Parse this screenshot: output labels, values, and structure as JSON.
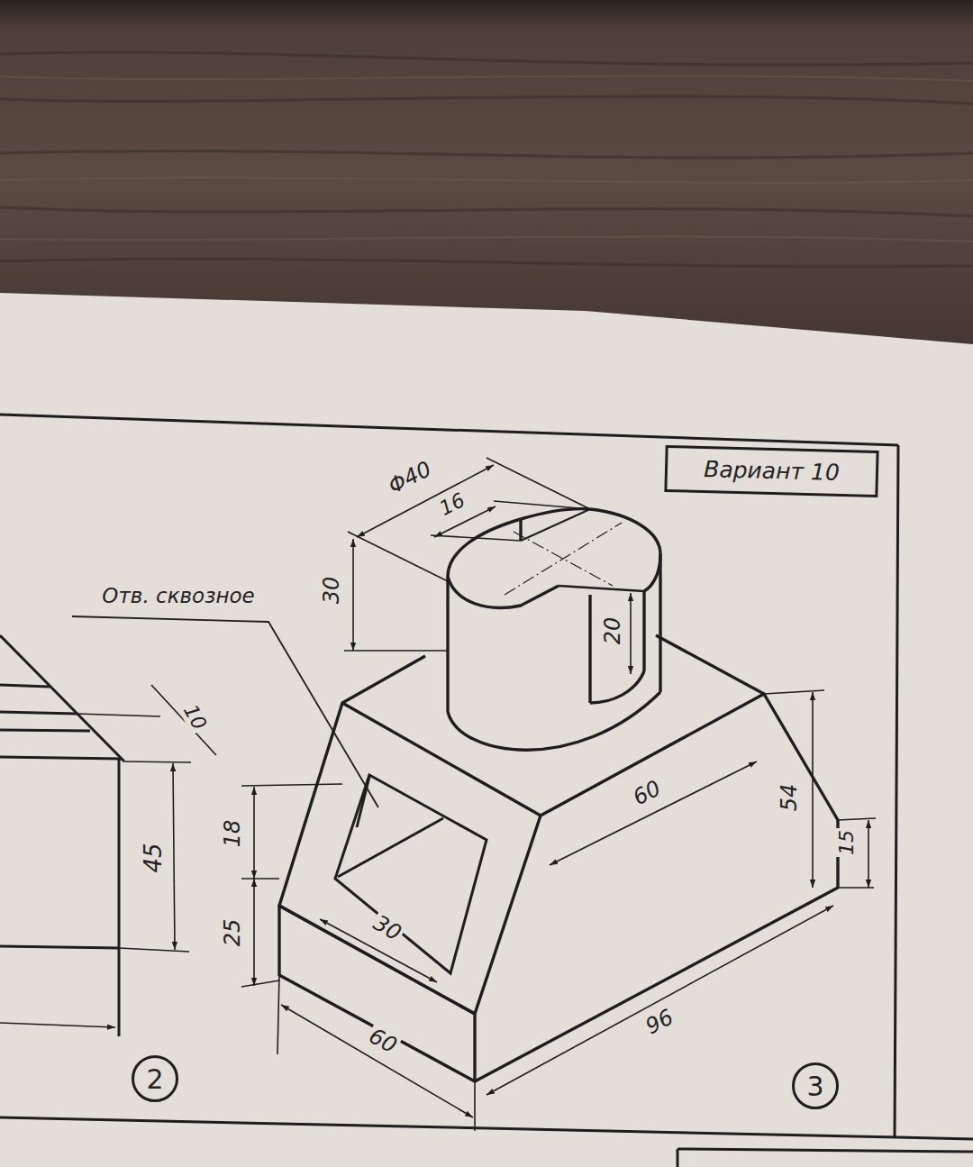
{
  "diagram": {
    "nodes": [
      {
        "text": [
          "Вариант 10"
        ]
      },
      {
        "text": [
          "2"
        ]
      },
      {
        "text": [
          "3"
        ]
      }
    ],
    "edges": [],
    "labels": [
      "Φ40",
      "16",
      "30",
      "20",
      "Отв. сквозное",
      "18",
      "25",
      "30",
      "60",
      "54",
      "15",
      "96",
      "60",
      "10",
      "45"
    ]
  }
}
